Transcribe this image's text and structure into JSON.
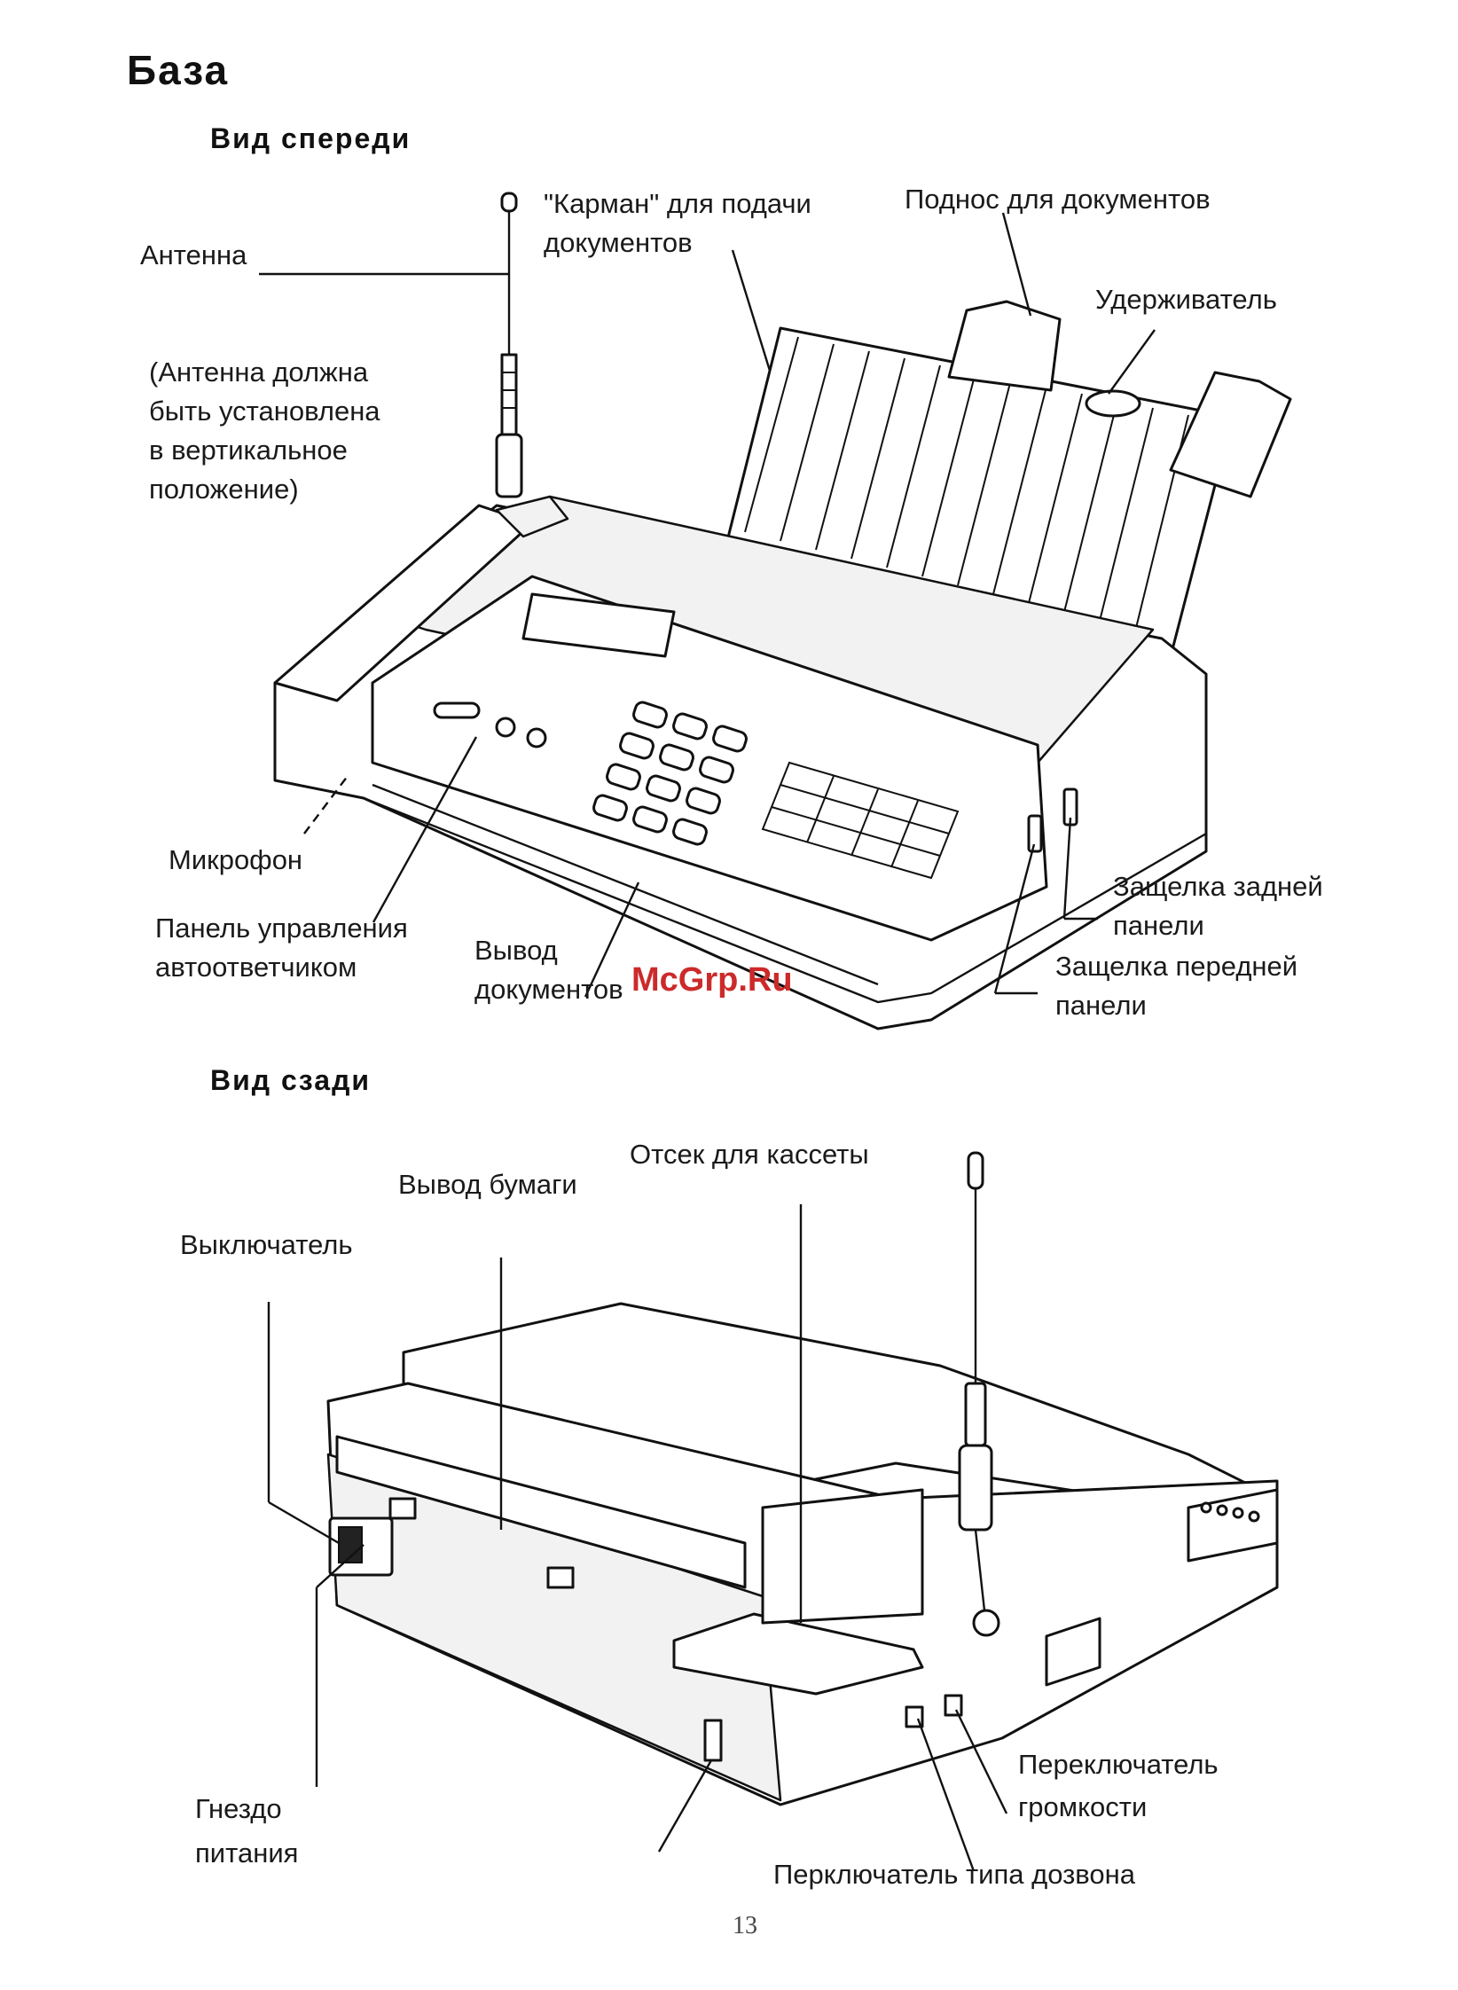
{
  "section_title": "База",
  "front_view": {
    "heading": "Вид спереди",
    "labels": {
      "antenna": "Антенна",
      "antenna_note": [
        "(Антенна должна",
        "быть установлена",
        "в вертикальное",
        "положение)"
      ],
      "document_pocket": [
        "\"Карман\" для подачи",
        "документов"
      ],
      "document_tray": "Поднос для документов",
      "holder": "Удерживатель",
      "microphone": "Микрофон",
      "answering_panel": [
        "Панель управления",
        "автоответчиком"
      ],
      "document_exit": [
        "Вывод",
        "документов"
      ],
      "rear_latch": [
        "Защелка задней",
        "панели"
      ],
      "front_latch": [
        "Защелка передней",
        "панели"
      ]
    }
  },
  "rear_view": {
    "heading": "Вид сзади",
    "labels": {
      "cassette_compartment": "Отсек для кассеты",
      "paper_exit": "Вывод бумаги",
      "power_switch": "Выключатель",
      "power_jack": [
        "Гнездо",
        "питания"
      ],
      "volume_switch": [
        "Переключатель",
        "громкости"
      ],
      "dial_type_switch": "Перключатель типа дозвона"
    }
  },
  "watermark": "McGrp.Ru",
  "page_number": "13"
}
